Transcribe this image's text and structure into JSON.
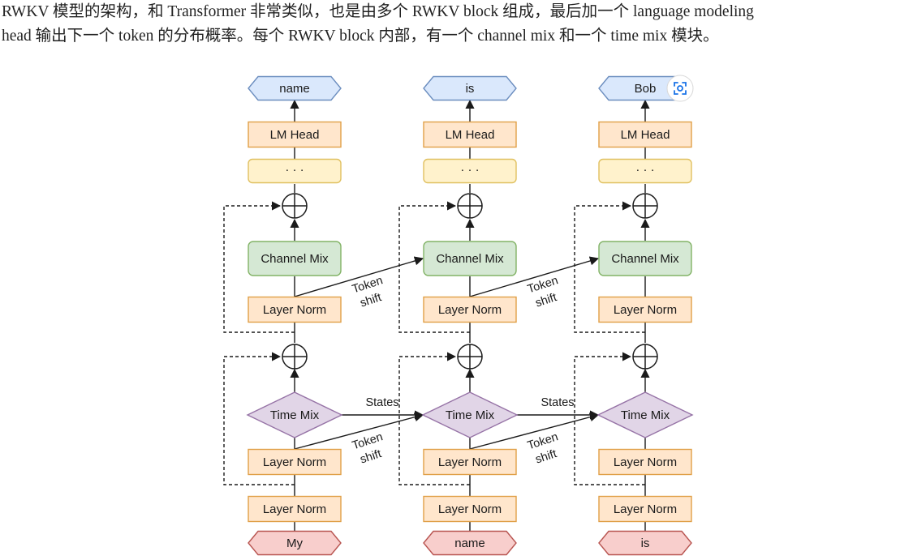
{
  "paragraph": {
    "line1": "RWKV 模型的架构，和 Transformer 非常类似，也是由多个 RWKV block 组成，最后加一个 language modeling",
    "line2": "head 输出下一个 token 的分布概率。每个 RWKV block 内部，有一个 channel mix 和一个 time mix 模块。"
  },
  "diagram": {
    "columns": [
      {
        "input": "My",
        "output": "name"
      },
      {
        "input": "name",
        "output": "is"
      },
      {
        "input": "is",
        "output": "Bob"
      }
    ],
    "labels": {
      "lm_head": "LM Head",
      "ellipsis": "· · ·",
      "channel_mix": "Channel Mix",
      "time_mix": "Time Mix",
      "layer_norm": "Layer Norm",
      "token": "Token",
      "shift": "shift",
      "states": "States"
    },
    "colors": {
      "orange_fill": "#ffe6cc",
      "orange_stroke": "#e0a048",
      "yellow_fill": "#fff2cc",
      "yellow_stroke": "#e0c060",
      "green_fill": "#d5e8d4",
      "green_stroke": "#82b366",
      "purple_fill": "#e1d5e7",
      "purple_stroke": "#9673a6",
      "blue_fill": "#dae8fc",
      "blue_stroke": "#6c8ebf",
      "red_fill": "#f8cecc",
      "red_stroke": "#b85450"
    },
    "icons": {
      "overlay": "visual-search-lens-icon"
    }
  }
}
